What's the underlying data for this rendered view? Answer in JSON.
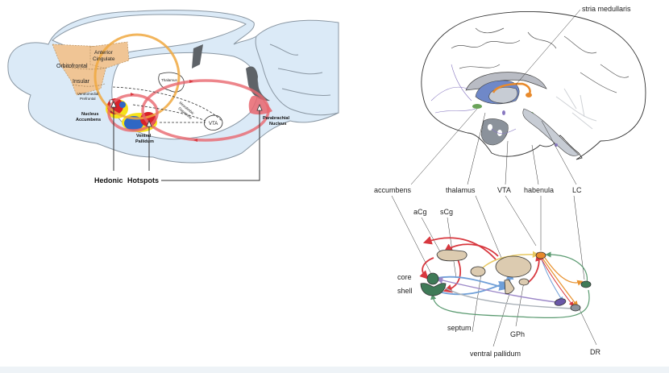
{
  "left_diagram": {
    "regions": {
      "anterior_cingulate": [
        "Anterior",
        "Cingulate"
      ],
      "orbitofrontal": "Orbitofrontal",
      "insular": "Insular",
      "ventromedial_prefrontal": [
        "Ventromedial",
        "Prefrontal"
      ],
      "thalamus": "Thalamus",
      "mesolimbic_dopamine": [
        "Mesolimbic",
        "Dopamine"
      ],
      "vta": "VTA",
      "nucleus_accumbens": [
        "Nucleus",
        "Accumbens"
      ],
      "ventral_pallidum": [
        "Ventral",
        "Pallidum"
      ],
      "parabrachial_nucleus": [
        "Parabrachial",
        "Nucleus"
      ]
    },
    "caption_bold": "Hedonic",
    "caption_rest": "Hotspots"
  },
  "right_diagram": {
    "top_label": "stria medullaris",
    "row_labels": [
      "accumbens",
      "thalamus",
      "VTA",
      "habenula",
      "LC"
    ],
    "node_labels": {
      "acg": "aCg",
      "scg": "sCg",
      "core": "core",
      "shell": "shell",
      "septum": "septum",
      "gph": "GPh",
      "ventral_pallidum": "ventral pallidum",
      "dr": "DR"
    }
  },
  "colors": {
    "brain_fill": "#dbeaf7",
    "cortex_tan": "#f0c595",
    "orange_loop": "#f0a840",
    "red_loop": "#e8666e",
    "hotspot_red": "#d8222a",
    "hotspot_yellow": "#f5e21c",
    "hotspot_blue": "#2f67c4",
    "node_tan": "#dccbb0",
    "node_green": "#3f7a57",
    "habenula_orange": "#e88a2c",
    "dr_grey": "#8b929b",
    "purple_node": "#6b58a8",
    "ventricle_blue": "#6f88c8"
  }
}
